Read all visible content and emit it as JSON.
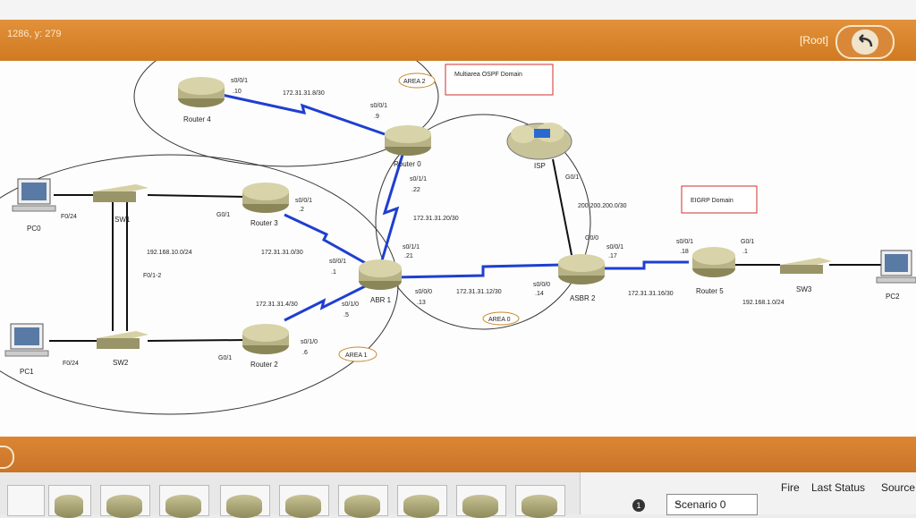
{
  "toolbar": {
    "coords": "1286, y: 279",
    "root_label": "[Root]"
  },
  "domains": {
    "ospf": "Multiarea OSPF Domain",
    "eigrp": "EIGRP Domain"
  },
  "areas": {
    "area2": "AREA 2",
    "area1": "AREA 1",
    "area0": "AREA 0"
  },
  "devices": {
    "router4": "Router 4",
    "router0": "Router 0",
    "router3": "Router 3",
    "router2": "Router 2",
    "abr1": "ABR 1",
    "asbr2": "ASBR 2",
    "router5": "Router 5",
    "isp": "ISP",
    "sw1": "SW1",
    "sw2": "SW2",
    "sw3": "SW3",
    "pc0": "PC0",
    "pc1": "PC1",
    "pc2": "PC2"
  },
  "interfaces": {
    "r4_s001": "s0/0/1",
    "r4_10": ".10",
    "r0_s001": "s0/0/1",
    "r0_9": ".9",
    "r0_s011": "s0/1/1",
    "r0_22": ".22",
    "r3_s001": "s0/0/1",
    "r3_2": ".2",
    "r3_g01": "G0/1",
    "abr_s011": "s0/1/1",
    "abr_21": ".21",
    "abr_s001": "s0/0/1",
    "abr_1": ".1",
    "abr_s010": "s0/1/0",
    "abr_5": ".5",
    "abr_s000": "s0/0/0",
    "abr_13": ".13",
    "r2_s010": "s0/1/0",
    "r2_6": ".6",
    "r2_g01": "G0/1",
    "isp_g01": "G0/1",
    "asbr_g00": "G0/0",
    "asbr_s001": "s0/0/1",
    "asbr_17": ".17",
    "asbr_s000": "s0/0/0",
    "asbr_14": ".14",
    "r5_s001": "s0/0/1",
    "r5_18": ".18",
    "r5_g01": "G0/1",
    "r5_1": ".1",
    "sw1_f024": "F0/24",
    "sw_f012": "F0/1-2",
    "sw2_f024": "F0/24"
  },
  "networks": {
    "n8": "172.31.31.8/30",
    "n20": "172.31.31.20/30",
    "n0": "172.31.31.0/30",
    "n4": "172.31.31.4/30",
    "n12": "172.31.31.12/30",
    "n16": "172.31.31.16/30",
    "lan10": "192.168.10.0/24",
    "lan1": "192.168.1.0/24",
    "isp_net": "200.200.200.0/30"
  },
  "status": {
    "fire": "Fire",
    "last_status": "Last Status",
    "source": "Source",
    "scenario": "Scenario 0",
    "pdu_num": "1"
  },
  "colors": {
    "serial": "#1f3fd0",
    "accent": "#e08a2e",
    "domain_border": "#d0302c"
  }
}
